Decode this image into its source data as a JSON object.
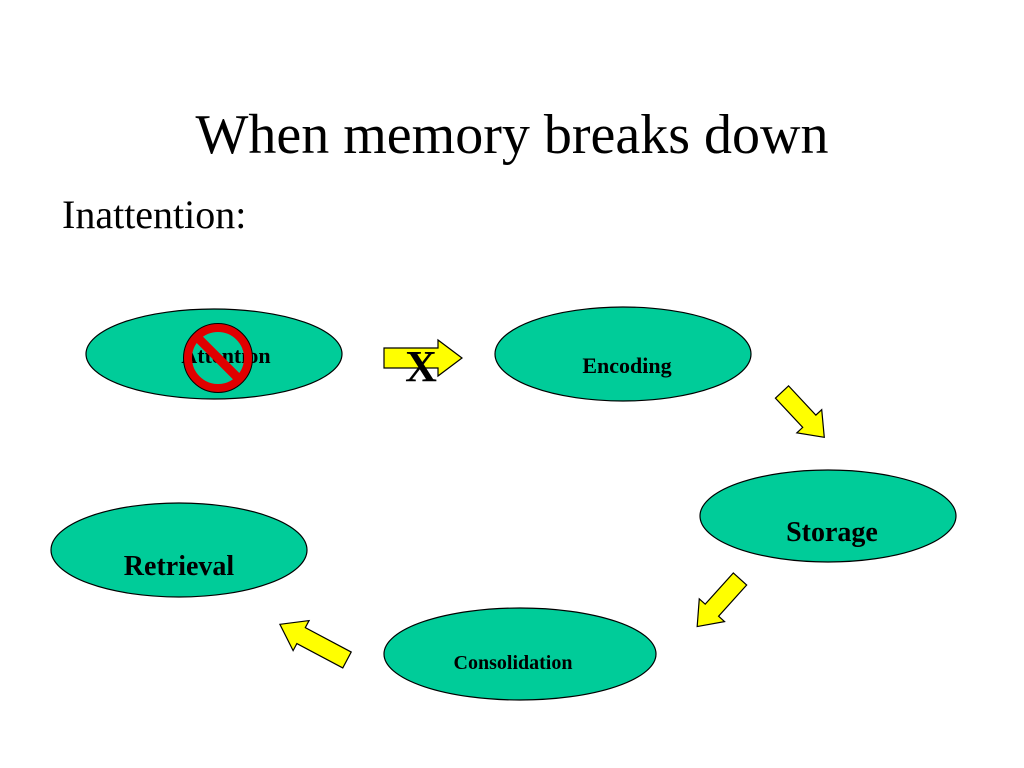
{
  "slide": {
    "title": "When memory breaks down",
    "subtitle": "Inattention:"
  },
  "diagram": {
    "nodes": {
      "attention": "Attention",
      "encoding": "Encoding",
      "storage": "Storage",
      "consolidation": "Consolidation",
      "retrieval": "Retrieval"
    },
    "blocked_marker": "X",
    "colors": {
      "node_fill": "#00CC99",
      "arrow_fill": "#FFFF00",
      "prohibit_red": "#E00000"
    },
    "icons": [
      "prohibition-icon"
    ]
  }
}
